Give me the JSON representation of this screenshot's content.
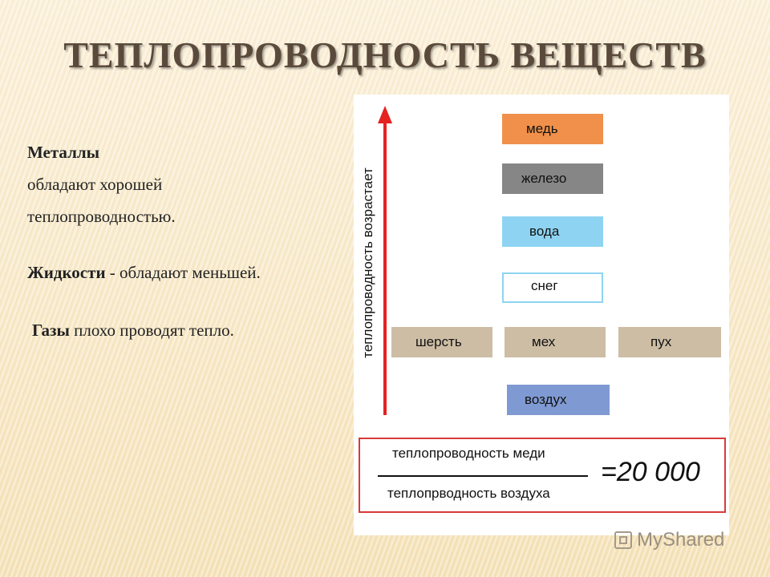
{
  "title": "ТЕПЛОПРОВОДНОСТЬ ВЕЩЕСТВ",
  "text": {
    "metals_bold": "Металлы",
    "metals_line2": "обладают хорошей",
    "metals_line3": "теплопроводностью.",
    "liquids_bold": "Жидкости",
    "liquids_rest": " - обладают меньшей.",
    "gases_bold": "Газы",
    "gases_rest": " плохо проводят тепло."
  },
  "diagram": {
    "axis_label": "теплопроводность возрастает",
    "boxes": [
      {
        "label": "медь",
        "color": "#f0904a"
      },
      {
        "label": "железо",
        "color": "#868686"
      },
      {
        "label": "вода",
        "color": "#8ed4f2"
      },
      {
        "label": "снег",
        "color": "#ffffff"
      },
      {
        "label": "шерсть",
        "color": "#cdbda4"
      },
      {
        "label": "мех",
        "color": "#cdbda4"
      },
      {
        "label": "пух",
        "color": "#cdbda4"
      },
      {
        "label": "воздух",
        "color": "#7f9ad3"
      }
    ],
    "formula": {
      "numerator": "теплопроводность меди",
      "denominator": "теплопрвodность воздуха",
      "result": "=20 000"
    }
  },
  "watermark": "MyShared"
}
